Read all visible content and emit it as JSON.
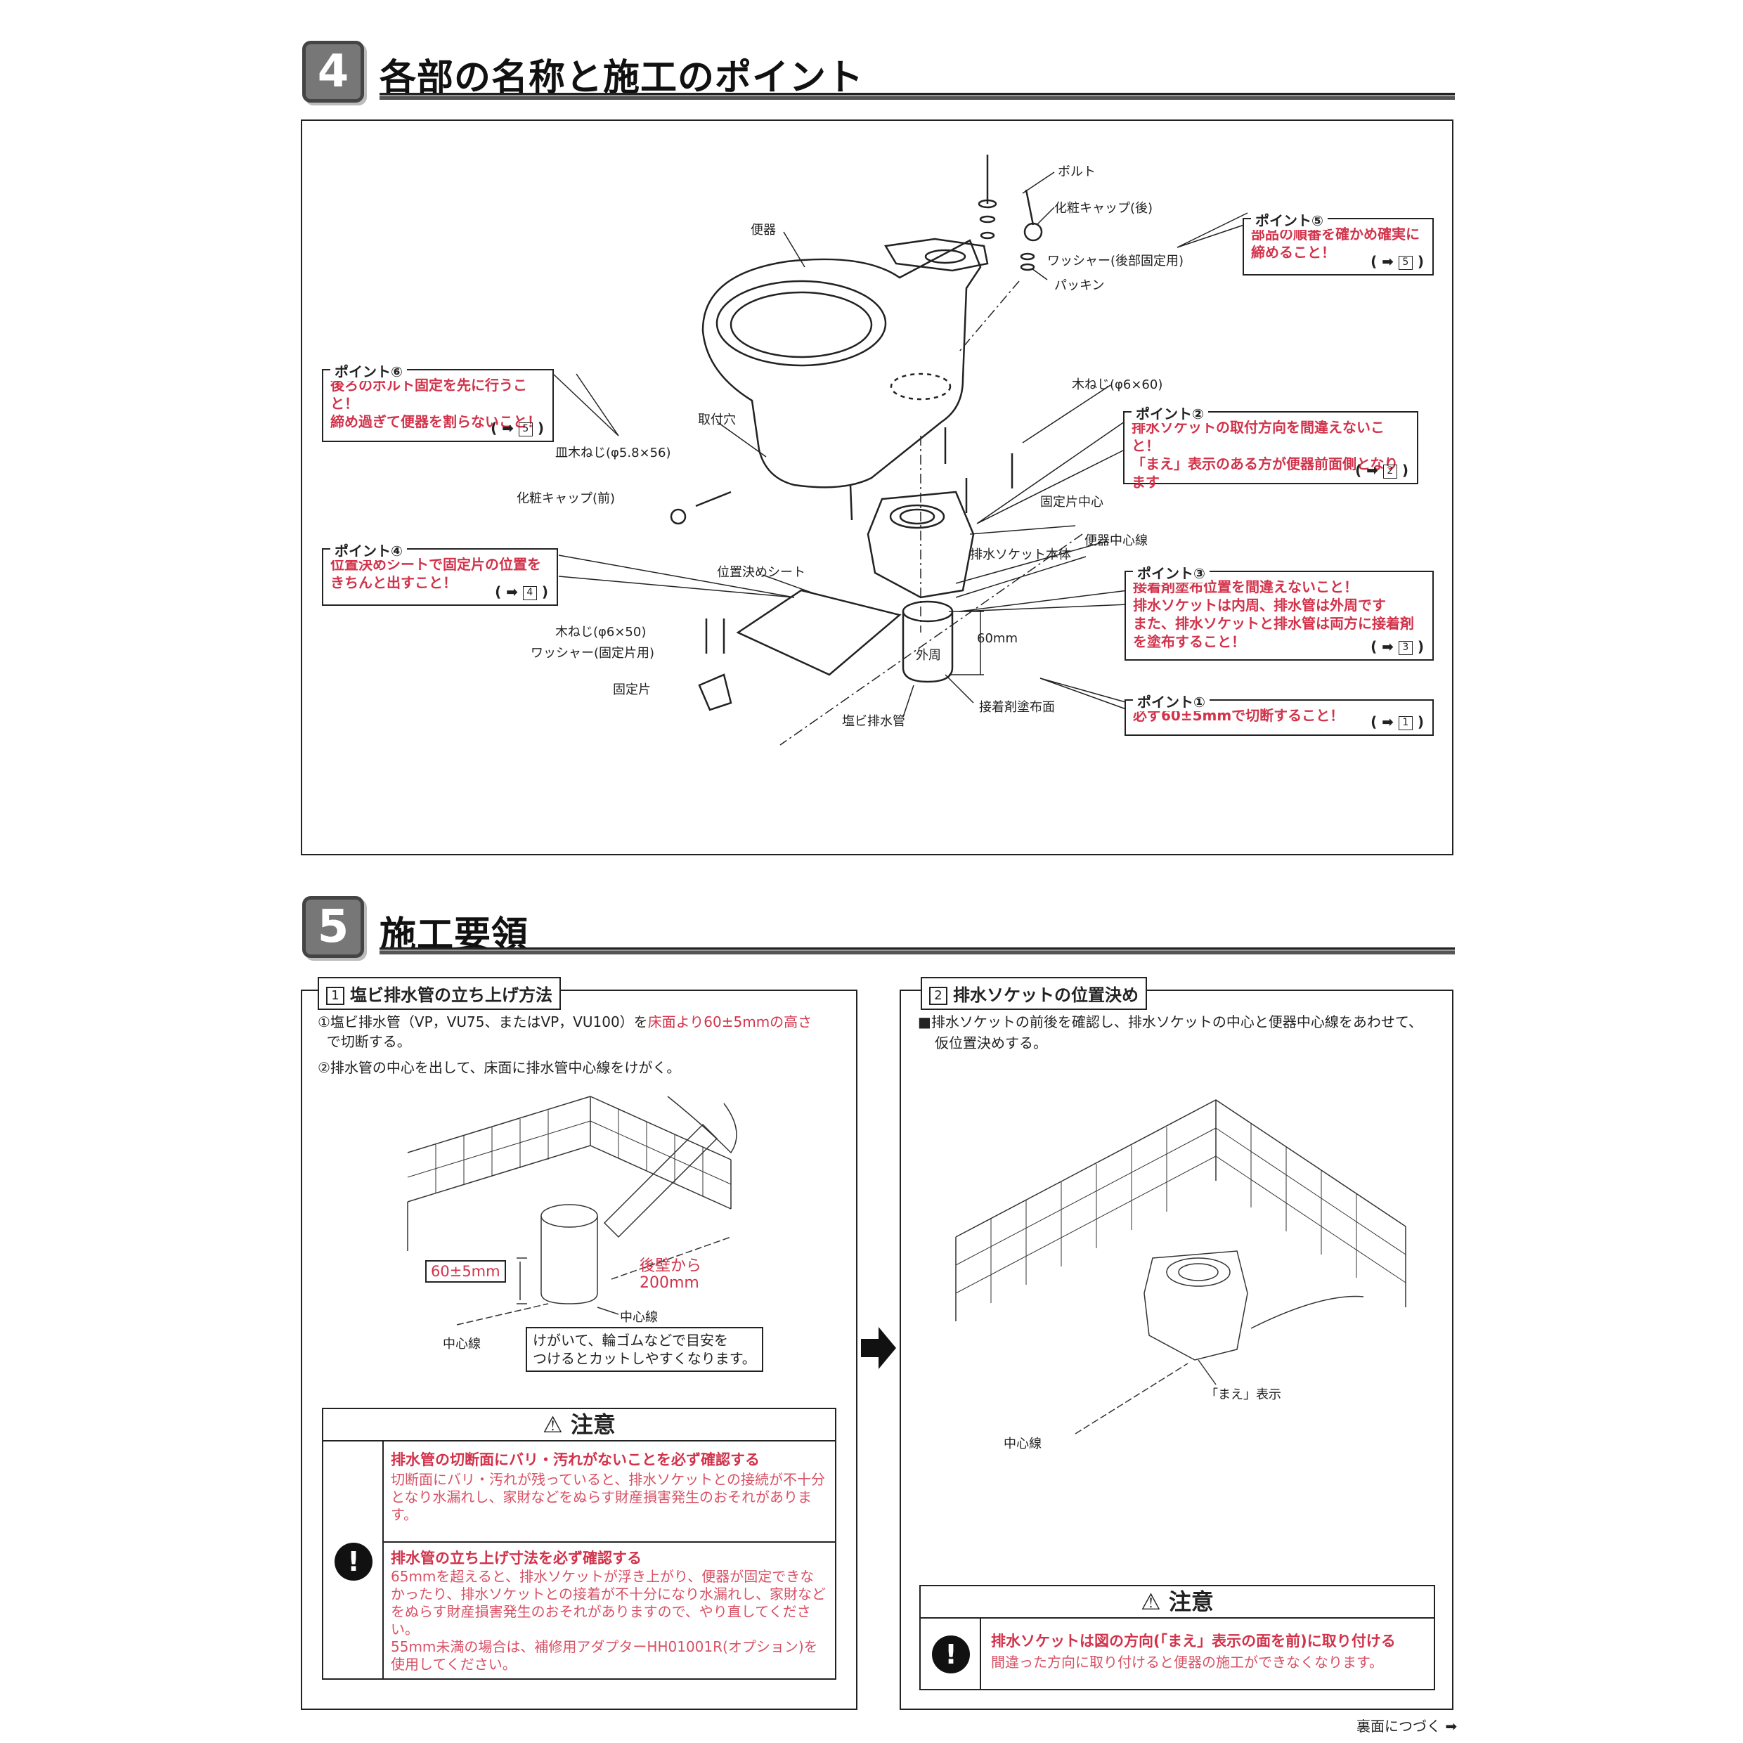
{
  "section4": {
    "number": "4",
    "title": "各部の名称と施工のポイント",
    "labels": {
      "bolt": "ボルト",
      "cap_rear": "化粧キャップ(後)",
      "toilet": "便器",
      "washer_rear": "ワッシャー(後部固定用)",
      "packing": "パッキン",
      "wood_screw_60": "木ねじ(φ6×60)",
      "mount_hole": "取付穴",
      "dish_screw": "皿木ねじ(φ5.8×56)",
      "cap_front": "化粧キャップ(前)",
      "fix_center": "固定片中心",
      "socket_body": "排水ソケット本体",
      "toilet_center": "便器中心線",
      "position_sheet": "位置決めシート",
      "wood_screw_50": "木ねじ(φ6×50)",
      "washer_fix": "ワッシャー(固定片用)",
      "fix_piece": "固定片",
      "outer": "外周",
      "dim_60": "60mm",
      "pvc_pipe": "塩ビ排水管",
      "adhesive_face": "接着剤塗布面"
    },
    "points": {
      "p5": {
        "title": "ポイント⑤",
        "text": "部品の順番を確かめ確実に\n締めること！",
        "ref": "5"
      },
      "p6": {
        "title": "ポイント⑥",
        "text": "後ろのボルト固定を先に行うこと！\n締め過ぎて便器を割らないこと！",
        "ref": "5"
      },
      "p2": {
        "title": "ポイント②",
        "text": "排水ソケットの取付方向を間違えないこと！\n「まえ」表示のある方が便器前面側となります",
        "ref": "2"
      },
      "p4": {
        "title": "ポイント④",
        "text": "位置決めシートで固定片の位置を\nきちんと出すこと！",
        "ref": "4"
      },
      "p3": {
        "title": "ポイント③",
        "text": "接着剤塗布位置を間違えないこと！\n排水ソケットは内周、排水管は外周です\nまた、排水ソケットと排水管は両方に接着剤\nを塗布すること！",
        "ref": "3"
      },
      "p1": {
        "title": "ポイント①",
        "text": "必ず60±5mmで切断すること！",
        "ref": "1"
      }
    }
  },
  "section5": {
    "number": "5",
    "title": "施工要領",
    "step1": {
      "num": "1",
      "title": "塩ビ排水管の立ち上げ方法",
      "line1_a": "①塩ビ排水管（VP，VU75、またはVP，VU100）を",
      "line1_red": "床面より60±5mmの高さ",
      "line1_b": "で切断する。",
      "line2": "②排水管の中心を出して、床面に排水管中心線をけがく。",
      "dim": "60±5mm",
      "from_wall": "後壁から\n200mm",
      "center_a": "中心線",
      "center_b": "中心線",
      "tip": "けがいて、輪ゴムなどで目安を\nつけるとカットしやすくなります。",
      "caution": {
        "head": "注意",
        "item1_title": "排水管の切断面にバリ・汚れがないことを必ず確認する",
        "item1_body": "切断面にバリ・汚れが残っていると、排水ソケットとの接続が不十分となり水漏れし、家財などをぬらす財産損害発生のおそれがあります。",
        "item2_title": "排水管の立ち上げ寸法を必ず確認する",
        "item2_body": "65mmを超えると、排水ソケットが浮き上がり、便器が固定できなかったり、排水ソケットとの接着が不十分になり水漏れし、家財などをぬらす財産損害発生のおそれがありますので、やり直してください。\n55mm未満の場合は、補修用アダプターHH01001R(オプション)を使用してください。"
      }
    },
    "step2": {
      "num": "2",
      "title": "排水ソケットの位置決め",
      "line1": "■排水ソケットの前後を確認し、排水ソケットの中心と便器中心線をあわせて、",
      "line2": "仮位置決めする。",
      "mae_label": "「まえ」表示",
      "center": "中心線",
      "caution": {
        "head": "注意",
        "item_title": "排水ソケットは図の方向(「まえ」表示の面を前)に取り付ける",
        "item_body": "間違った方向に取り付けると便器の施工ができなくなります。"
      }
    },
    "footer": "裏面につづく"
  },
  "colors": {
    "accent_red": "#d2324a",
    "line": "#222222",
    "badge": "#777777"
  }
}
